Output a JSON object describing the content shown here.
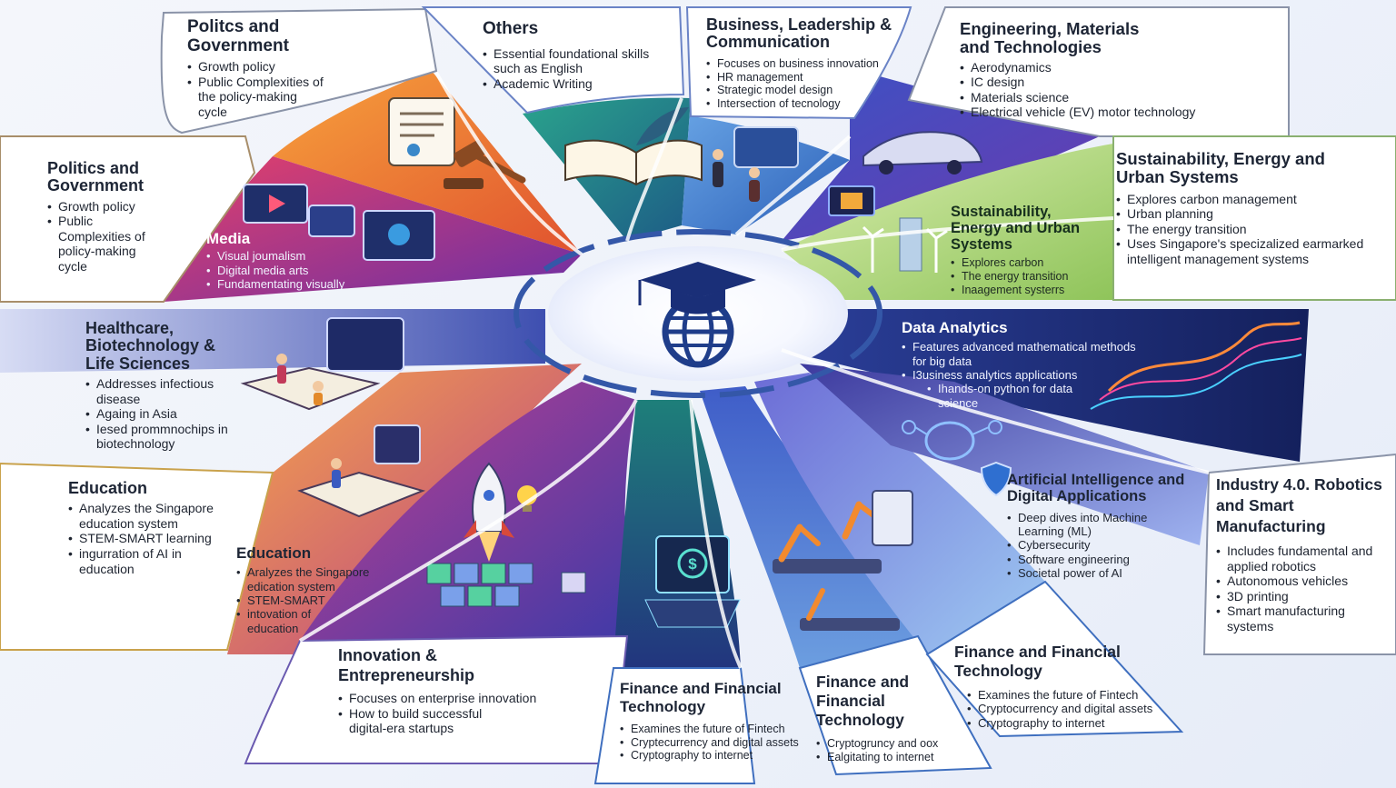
{
  "palette": {
    "orange": "#f28a2e",
    "magenta": "#c2388f",
    "purple": "#6a3bb0",
    "teal": "#1f7f86",
    "blue": "#2f6fd0",
    "navy": "#1f2f6e",
    "green": "#8fc45a",
    "hub": "#1f3d8a"
  },
  "icons": [
    "graduation-cap-icon",
    "globe-icon",
    "document-icon",
    "gavel-icon",
    "book-icon",
    "quill-icon",
    "people-icon",
    "car-icon",
    "chip-icon",
    "wind-turbine-icon",
    "media-screens-icon",
    "vr-book-icon",
    "rocket-icon",
    "lightbulb-icon",
    "cubes-icon",
    "crypto-laptop-icon",
    "robot-arm-icon",
    "brain-icon",
    "shield-icon",
    "data-wave-icon"
  ],
  "panels": {
    "politics_top": {
      "title": "Politcs and\nGovernment",
      "items": [
        "Growth policy",
        "Public Complexities of the policy-making cycle"
      ]
    },
    "others": {
      "title": "Others",
      "items": [
        "Essential foundational skills such as English",
        "Academic Writing"
      ]
    },
    "business": {
      "title": "Business, Leadership & Communication",
      "items": [
        "Focuses on business innovation",
        "HR management",
        "Strategic model design",
        "Intersection of tecnology"
      ]
    },
    "engineering": {
      "title": "Engineering, Materials and Technologies",
      "items": [
        "Aerodynamics",
        "IC design",
        "Materials science",
        "Electrical vehicle (EV) motor technology"
      ]
    },
    "politics_left": {
      "title": "Politics and Government",
      "items": [
        "Growth policy",
        "Public Complexities of policy-making cycle"
      ]
    },
    "sustain_right": {
      "title": "Sustainability, Energy and Urban Systems",
      "items": [
        "Explores carbon management",
        "Urban planning",
        "The energy transition",
        "Uses Singapore's specizalized earmarked intelligent management systems"
      ]
    },
    "sustain_inner": {
      "title": "Sustainability, Energy and Urban Systems",
      "items": [
        "Explores carbon",
        "The energy transition",
        "Inaagement systerrs"
      ]
    },
    "media": {
      "title": "Media",
      "items": [
        "Visual joumalism",
        "Digital media arts",
        "Fundamentating visually"
      ]
    },
    "data": {
      "title": "Data Analytics",
      "items": [
        "Features advanced mathematical methods for big data",
        "I3usiness analytics applications",
        "Ihands-on python for data science"
      ]
    },
    "health": {
      "title": "Healthcare, Biotechnology & Life Sciences",
      "items": [
        "Addresses infectious disease",
        "Againg in Asia",
        "Iesed prommnochips in biotechnology"
      ]
    },
    "education_outer": {
      "title": "Education",
      "items": [
        "Analyzes the Singapore education system",
        "STEM-SMART learning",
        "ingurration of AI in education"
      ]
    },
    "education_inner": {
      "title": "Education",
      "items": [
        "Aralyzes the Singapore edication system",
        "STEM-SMART",
        "intovation of education"
      ]
    },
    "ai": {
      "title": "Artificial Intelligence and Digital Applications",
      "items": [
        "Deep dives into Machine Learning (ML)",
        "Cybersecurity",
        "Software engineering",
        "Societal power of AI"
      ]
    },
    "industry": {
      "title": "Industry 4.0. Robotics and Smart Manufacturing",
      "items": [
        "Includes fundamental and applied robotics",
        "Autonomous vehicles",
        "3D printing",
        "Smart manufacturing systems"
      ]
    },
    "innovation": {
      "title": "Innovation & Entrepreneurship",
      "items": [
        "Focuses on enterprise innovation",
        "How to build successful digital-era startups"
      ]
    },
    "finance_a": {
      "title": "Finance and Financial Technology",
      "items": [
        "Examines the future of Fintech",
        "Cryptecurrency and digital assets",
        "Cryptography to internet"
      ]
    },
    "finance_b": {
      "title": "Finance and Financial Technology",
      "items": [
        "Cryptogruncy and oox",
        "Ealgitating to internet"
      ]
    },
    "finance_c": {
      "title": "Finance and Financial Technology",
      "items": [
        "Examines the future of Fintech",
        "Cryptocurrency and digital assets",
        "Cryptography to internet"
      ]
    }
  }
}
